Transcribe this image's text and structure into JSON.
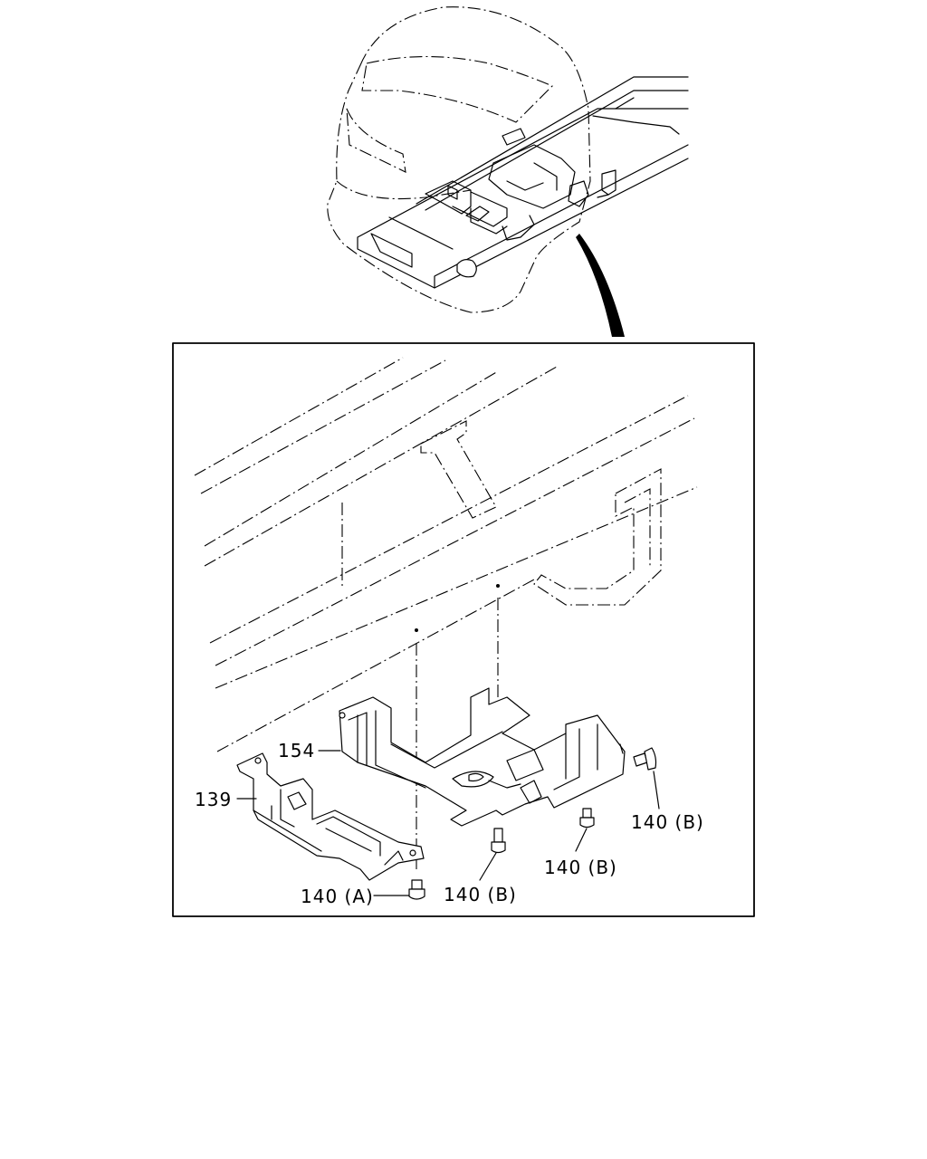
{
  "callouts": [
    {
      "id": "c154",
      "text": "154"
    },
    {
      "id": "c139",
      "text": "139"
    },
    {
      "id": "c140a",
      "text": "140 (A)"
    },
    {
      "id": "c140b1",
      "text": "140 (B)"
    },
    {
      "id": "c140b2",
      "text": "140 (B)"
    },
    {
      "id": "c140b3",
      "text": "140 (B)"
    }
  ]
}
